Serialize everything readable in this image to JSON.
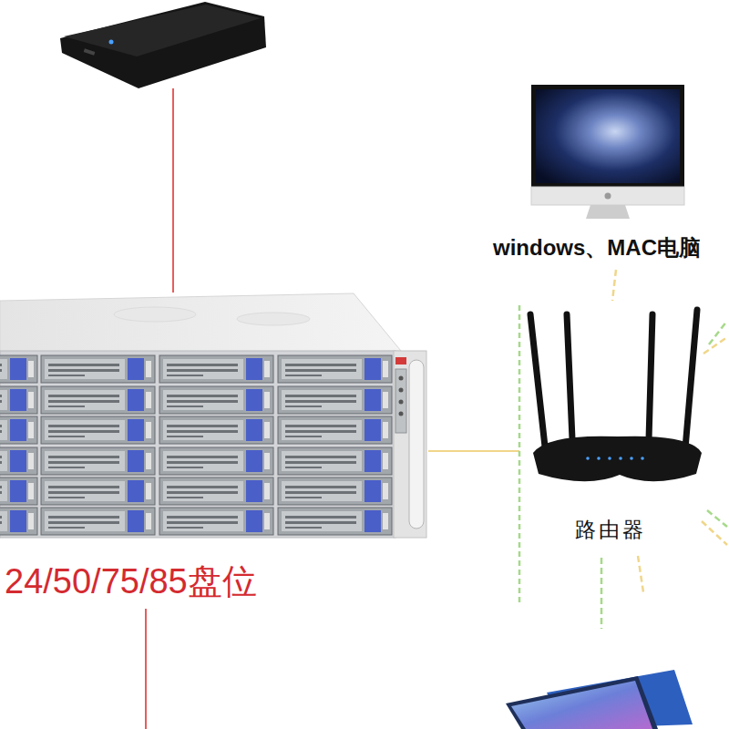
{
  "diagram": {
    "nodes": [
      {
        "text": [
          "windows、MAC电脑"
        ]
      },
      {
        "text": [
          "24/50/75/85盘位"
        ]
      },
      {
        "text": [
          "路由器"
        ]
      }
    ],
    "edges": [
      {
        "from": 1,
        "to": 2,
        "arrow": "none"
      },
      {
        "from": 2,
        "to": 1,
        "arrow": "none"
      }
    ]
  }
}
